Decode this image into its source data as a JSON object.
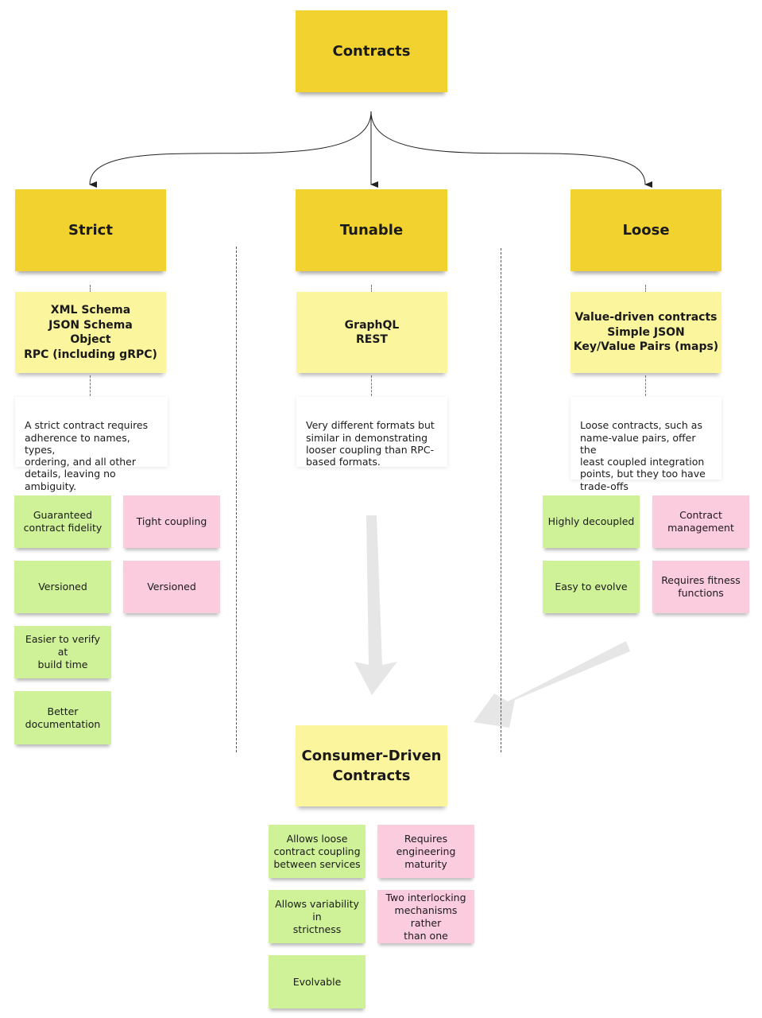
{
  "root": {
    "title": "Contracts"
  },
  "columns": [
    {
      "title": "Strict",
      "formats": "XML Schema\nJSON Schema\nObject\nRPC (including gRPC)",
      "description": "A strict contract requires\nadherence to names, types,\nordering, and all other\ndetails, leaving no ambiguity.",
      "pros": [
        "Guaranteed\ncontract fidelity",
        "Versioned",
        "Easier to verify at\nbuild time",
        "Better\ndocumentation"
      ],
      "cons": [
        "Tight coupling",
        "Versioned"
      ]
    },
    {
      "title": "Tunable",
      "formats": "GraphQL\nREST",
      "description": "Very different formats but\nsimilar in demonstrating\nlooser coupling than RPC-\nbased formats.",
      "pros": [],
      "cons": []
    },
    {
      "title": "Loose",
      "formats": "Value-driven contracts\nSimple JSON\nKey/Value Pairs (maps)",
      "description": "Loose contracts, such as\nname-value pairs, offer the\nleast coupled integration\npoints, but they too have\ntrade-offs",
      "pros": [
        "Highly decoupled",
        "Easy to evolve"
      ],
      "cons": [
        "Contract\nmanagement",
        "Requires fitness\nfunctions"
      ]
    }
  ],
  "result": {
    "title": "Consumer-Driven\nContracts",
    "pros": [
      "Allows loose\ncontract coupling\nbetween services",
      "Allows variability in\nstrictness",
      "Evolvable"
    ],
    "cons": [
      "Requires\nengineering\nmaturity",
      "Two interlocking\nmechanisms rather\nthan one"
    ]
  },
  "colors": {
    "category": "#f2d22e",
    "format": "#fbf59e",
    "pro": "#cff197",
    "con": "#fbcbde",
    "arrow": "#e6e6e6"
  }
}
